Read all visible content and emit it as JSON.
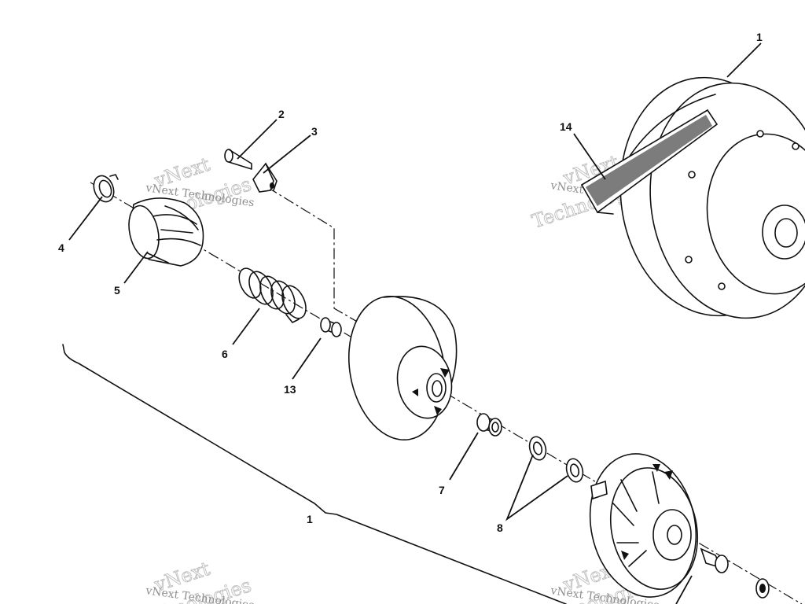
{
  "diagram": {
    "callouts": [
      {
        "id": "c1-top",
        "text": "1"
      },
      {
        "id": "c14",
        "text": "14"
      },
      {
        "id": "c2",
        "text": "2"
      },
      {
        "id": "c3",
        "text": "3"
      },
      {
        "id": "c4",
        "text": "4"
      },
      {
        "id": "c5",
        "text": "5"
      },
      {
        "id": "c6",
        "text": "6"
      },
      {
        "id": "c13",
        "text": "13"
      },
      {
        "id": "c7",
        "text": "7"
      },
      {
        "id": "c8",
        "text": "8"
      },
      {
        "id": "c1-bracket",
        "text": "1"
      }
    ],
    "watermarks": [
      {
        "big": "vNext",
        "big2": "Technologies",
        "small": "vNext Technologies"
      },
      {
        "big": "vNext",
        "big2": "Technologies",
        "small": "vNext Technologies"
      },
      {
        "big": "vNext",
        "big2": "Technologies",
        "small": "vNext Technologies"
      },
      {
        "big": "vNext",
        "big2": "Technologies",
        "small": "vNext Technologies"
      }
    ]
  }
}
